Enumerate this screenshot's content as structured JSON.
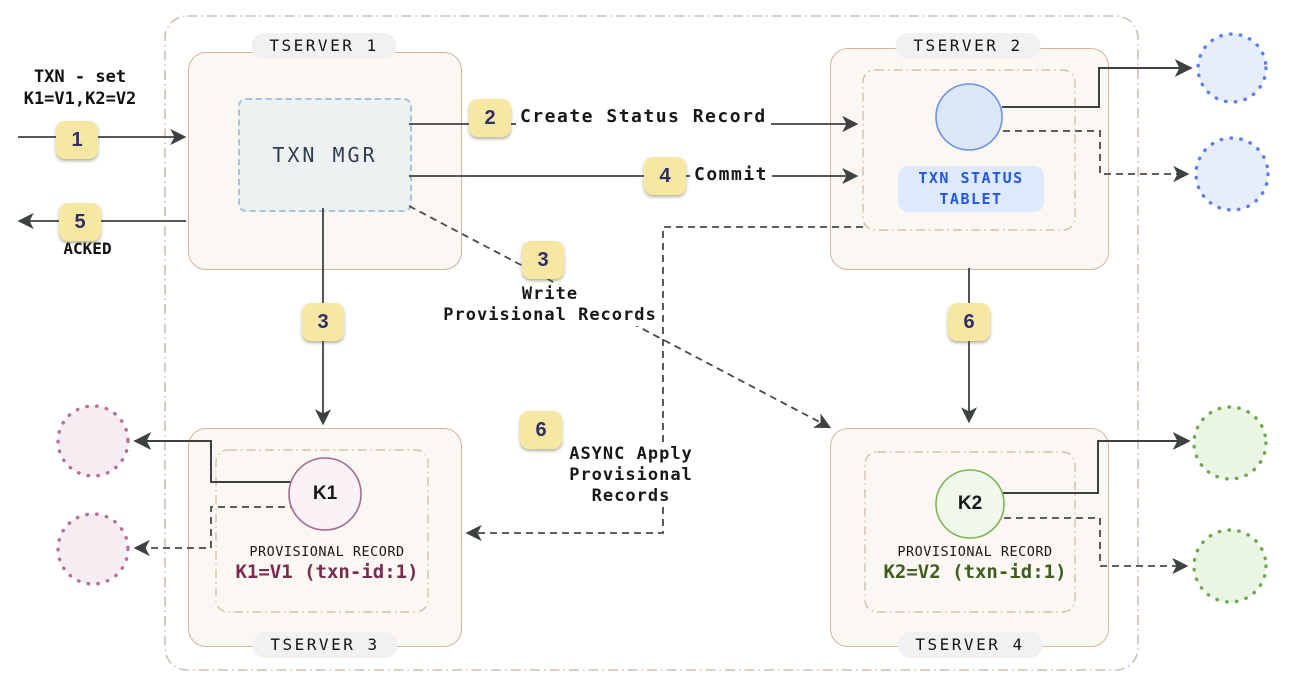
{
  "client": {
    "request_line1": "TXN - set",
    "request_line2": "K1=V1,K2=V2",
    "ack_label": "ACKED"
  },
  "badges": {
    "step1": "1",
    "step2": "2",
    "step3_down": "3",
    "step3_write": "3",
    "step4": "4",
    "step5": "5",
    "step6_async": "6",
    "step6_down": "6"
  },
  "edges": {
    "create_status_record": "Create Status Record",
    "commit": "Commit",
    "write_line1": "Write",
    "write_line2": "Provisional Records",
    "async_line1": "ASYNC Apply",
    "async_line2": "Provisional Records"
  },
  "tserver1": {
    "title": "TSERVER 1",
    "txn_mgr": "TXN MGR"
  },
  "tserver2": {
    "title": "TSERVER 2",
    "tablet_line1": "TXN STATUS",
    "tablet_line2": "TABLET"
  },
  "tserver3": {
    "title": "TSERVER 3",
    "key": "K1",
    "record_title": "PROVISIONAL RECORD",
    "record_value": "K1=V1 (txn-id:1)"
  },
  "tserver4": {
    "title": "TSERVER 4",
    "key": "K2",
    "record_title": "PROVISIONAL RECORD",
    "record_value": "K2=V2 (txn-id:1)"
  },
  "colors": {
    "badge_bg": "#f6e7a2",
    "badge_text": "#2e2e68",
    "box_border_tan": "#d2b59e",
    "line_dark": "#3e4142",
    "blue_accent": "#2257e7",
    "blue_circle_stroke": "#6a93ee",
    "maroon_text": "#7b2b50",
    "green_text": "#3e5e20",
    "pink_circle_stroke": "#b4719a",
    "green_circle_stroke": "#70a94e"
  }
}
